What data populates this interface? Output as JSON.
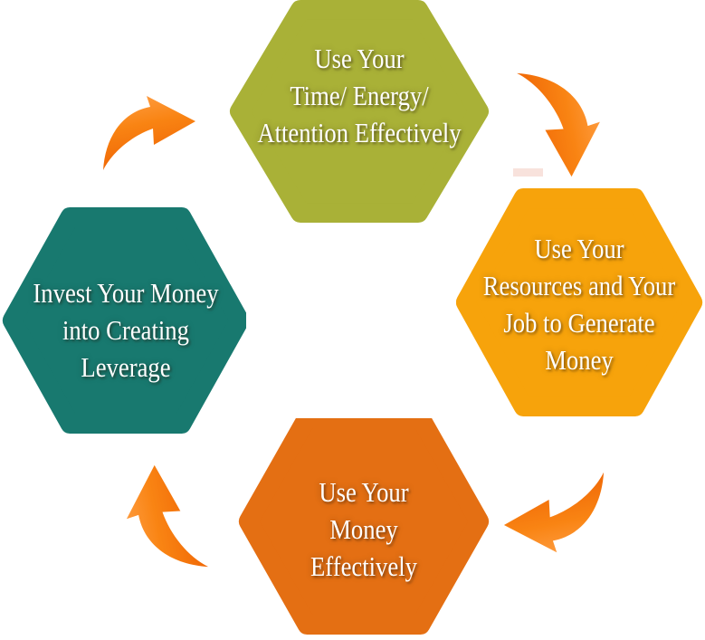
{
  "diagram": {
    "type": "cycle",
    "center_square_color": "#FFFFFF",
    "nodes": [
      {
        "id": "time-energy-attention",
        "position": "top",
        "color": "#A9B137",
        "lines": [
          "Use Your",
          "Time/ Energy/",
          "Attention Effectively"
        ]
      },
      {
        "id": "resources-job-generate-money",
        "position": "right",
        "color": "#F7A30B",
        "lines": [
          "Use Your",
          "Resources and Your",
          "Job to Generate",
          "Money"
        ]
      },
      {
        "id": "money-effectively",
        "position": "bottom",
        "color": "#E46F13",
        "lines": [
          "Use Your",
          "Money",
          "Effectively"
        ]
      },
      {
        "id": "invest-creating-leverage",
        "position": "left",
        "color": "#18796F",
        "lines": [
          "Invest Your Money",
          "into Creating",
          "Leverage"
        ]
      }
    ],
    "arrows": {
      "gradient_light": "#FFA149",
      "gradient_mid": "#F98413",
      "gradient_dark": "#EF6505",
      "items": [
        {
          "id": "left-to-top",
          "points": "right"
        },
        {
          "id": "top-to-right",
          "points": "down"
        },
        {
          "id": "right-to-bottom",
          "points": "left"
        },
        {
          "id": "bottom-to-left",
          "points": "up"
        }
      ]
    },
    "artifact_smudge_color": "#F8E2DC"
  }
}
